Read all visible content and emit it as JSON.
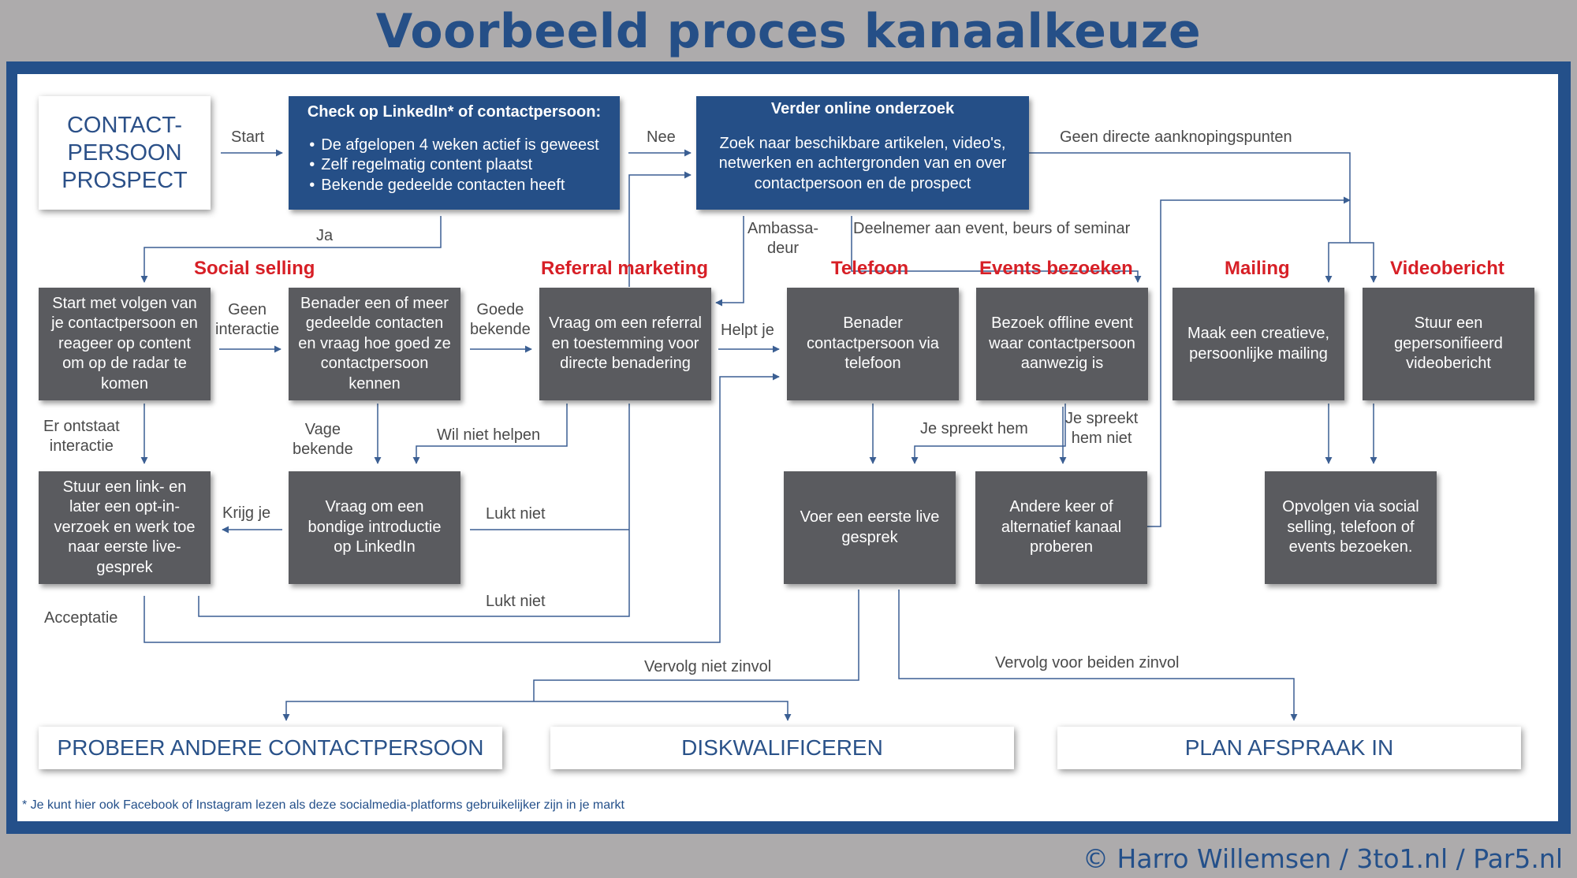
{
  "title": "Voorbeeld proces kanaalkeuze",
  "copyright": "© Harro Willemsen / 3to1.nl / Par5.nl",
  "footnote": "* Je kunt hier ook Facebook of Instagram lezen als deze socialmedia-platforms gebruikelijker zijn in je markt",
  "categories": {
    "social": "Social selling",
    "referral": "Referral marketing",
    "phone": "Telefoon",
    "events": "Events bezoeken",
    "mailing": "Mailing",
    "video": "Videobericht"
  },
  "nodes": {
    "contact": [
      "CONTACT-",
      "PERSOON",
      "PROSPECT"
    ],
    "linkedin": {
      "title": "Check op LinkedIn* of contactpersoon:",
      "items": [
        "De afgelopen 4 weken actief is geweest",
        "Zelf regelmatig content plaatst",
        "Bekende gedeelde contacten heeft"
      ]
    },
    "online": {
      "title": "Verder online onderzoek",
      "lines": [
        "Zoek naar beschikbare artikelen, video's,",
        "netwerken en achtergronden van en over",
        "contactpersoon en de prospect"
      ]
    },
    "follow": [
      "Start met volgen van",
      "je contactpersoon en",
      "reageer op content",
      "om op de radar te",
      "komen"
    ],
    "approach_shared": [
      "Benader een of meer",
      "gedeelde contacten",
      "en vraag hoe goed ze",
      "contactpersoon",
      "kennen"
    ],
    "referral": [
      "Vraag om een referral",
      "en toestemming voor",
      "directe benadering"
    ],
    "phone": [
      "Benader",
      "contactpersoon via",
      "telefoon"
    ],
    "event": [
      "Bezoek offline event",
      "waar contactpersoon",
      "aanwezig is"
    ],
    "mailing": [
      "Maak een creatieve,",
      "persoonlijke mailing"
    ],
    "video": [
      "Stuur een",
      "gepersonifieerd",
      "videobericht"
    ],
    "link_request": [
      "Stuur een link- en",
      "later een opt-in-",
      "verzoek en werk toe",
      "naar eerste live-",
      "gesprek"
    ],
    "intro": [
      "Vraag om een",
      "bondige introductie",
      "op LinkedIn"
    ],
    "live": [
      "Voer een eerste live",
      "gesprek"
    ],
    "alternative": [
      "Andere keer of",
      "alternatief kanaal",
      "proberen"
    ],
    "followup": [
      "Opvolgen via social",
      "selling, telefoon of",
      "events bezoeken."
    ],
    "try_other": "PROBEER ANDERE CONTACTPERSOON",
    "disqualify": "DISKWALIFICEREN",
    "appointment": "PLAN AFSPRAAK IN"
  },
  "edge_labels": {
    "start": "Start",
    "nee": "Nee",
    "geen_directe": "Geen directe aanknopingspunten",
    "ja": "Ja",
    "ambassadeur": [
      "Ambassa-",
      "deur"
    ],
    "deelnemer": "Deelnemer aan event, beurs of seminar",
    "geen_interactie": [
      "Geen",
      "interactie"
    ],
    "goede_bekende": [
      "Goede",
      "bekende"
    ],
    "helpt_je": "Helpt je",
    "er_ontstaat": [
      "Er ontstaat",
      "interactie"
    ],
    "vage_bekende": [
      "Vage",
      "bekende"
    ],
    "wil_niet_helpen": "Wil niet helpen",
    "je_spreekt_hem": "Je spreekt hem",
    "je_spreekt_hem_niet": [
      "Je spreekt",
      "hem niet"
    ],
    "krijg_je": "Krijg je",
    "lukt_niet_1": "Lukt niet",
    "lukt_niet_2": "Lukt niet",
    "acceptatie": "Acceptatie",
    "vervolg_niet_zinvol": "Vervolg niet zinvol",
    "vervolg_beiden_zinvol": "Vervolg voor beiden zinvol"
  },
  "colors": {
    "background": "#adabac",
    "frame": "#24508a",
    "node_gray": "#5a5b5f",
    "node_blue": "#254f87",
    "category_red": "#d71f26",
    "edge": "#3b5f93"
  }
}
